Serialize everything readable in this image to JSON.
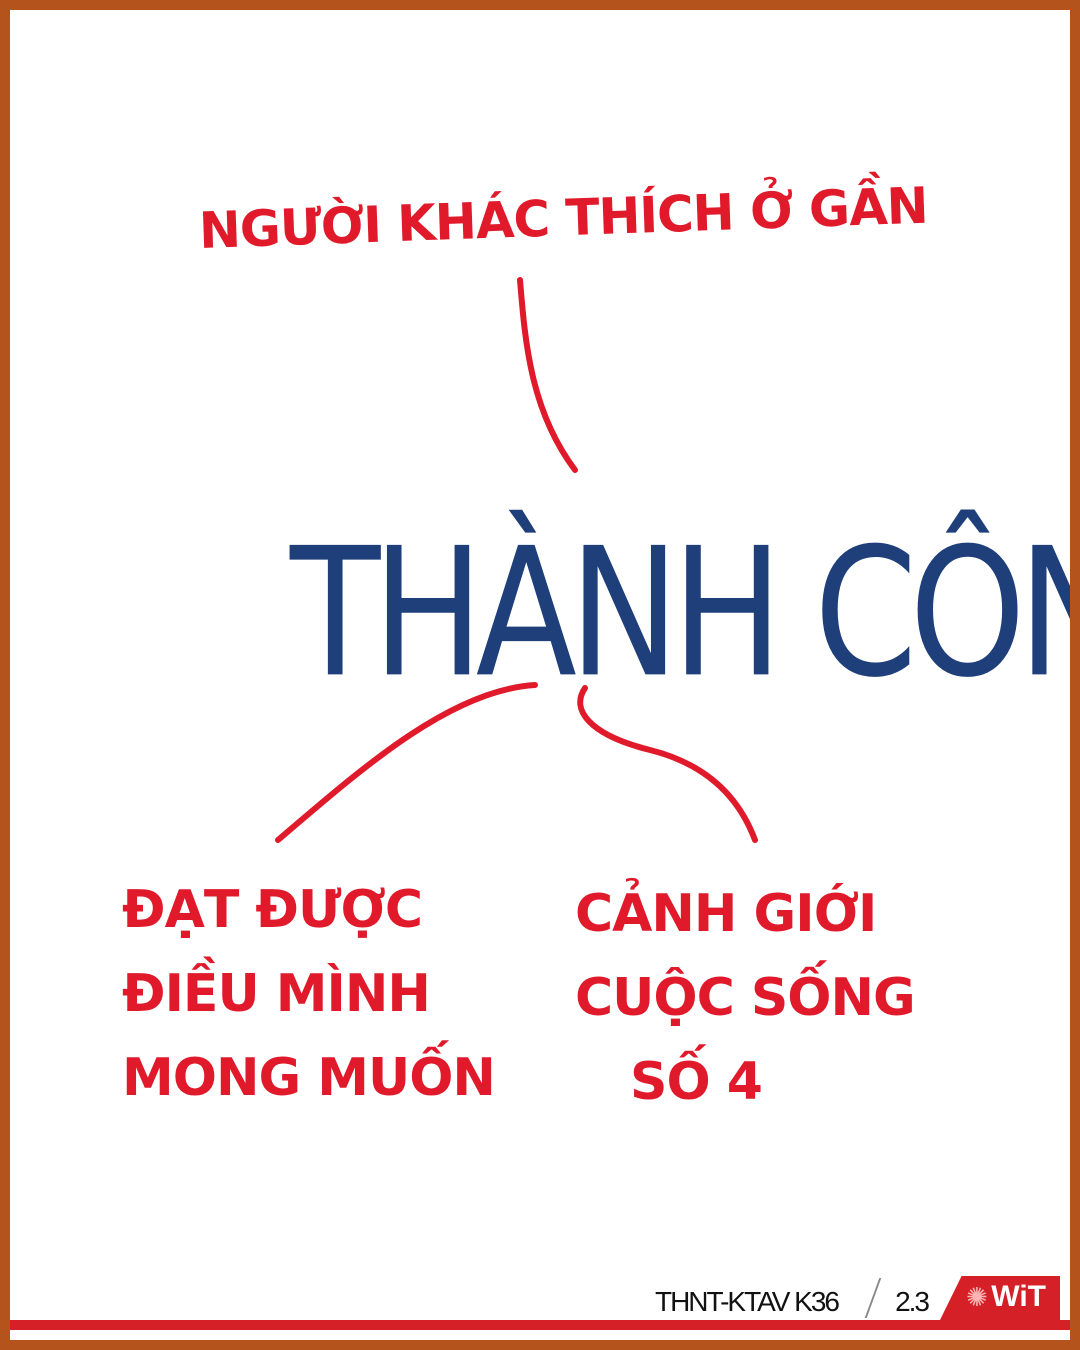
{
  "diagram": {
    "top_node": "NGƯỜI KHÁC THÍCH Ở GẦN",
    "center_node": "THÀNH CÔNG",
    "left_node": [
      "ĐẠT ĐƯỢC",
      "ĐIỀU MÌNH",
      "MONG MUỐN"
    ],
    "right_node": [
      "CẢNH GIỚI",
      "CUỘC SỐNG",
      "SỐ 4"
    ]
  },
  "footer": {
    "code": "THNT-KTAV K36",
    "page": "2.3",
    "logo_text": "WiT"
  },
  "colors": {
    "frame": "#b5531c",
    "red_ink": "#e01a2b",
    "blue_ink": "#1f3f7a",
    "footer_red": "#d62027"
  }
}
